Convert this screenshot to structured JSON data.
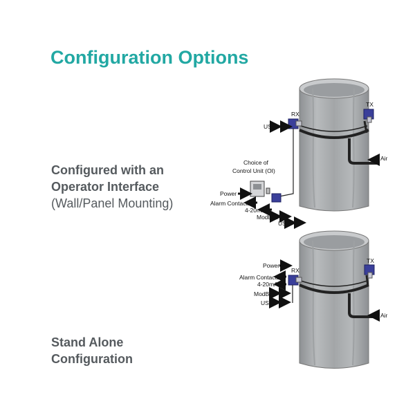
{
  "page": {
    "title": "Configuration Options"
  },
  "option1": {
    "line1": "Configured with an",
    "line2": "Operator Interface",
    "line3": "(Wall/Panel Mounting)"
  },
  "option2": {
    "line1": "Stand Alone",
    "line2": "Configuration"
  },
  "diagram1": {
    "rx": "RX",
    "tx": "TX",
    "usb_top": "USB",
    "air": "Air",
    "choice_line1": "Choice of",
    "choice_line2": "Control Unit (OI)",
    "power": "Power",
    "alarm": "Alarm Contacts",
    "ma": "4-20mA",
    "modbus": "ModBus",
    "usb_bottom": "USB"
  },
  "diagram2": {
    "rx": "RX",
    "tx": "TX",
    "power": "Power",
    "alarm": "Alarm Contacts",
    "ma": "4-20mA",
    "modbus": "ModBus",
    "usb": "USB",
    "air": "Air"
  },
  "colors": {
    "title": "#22a8a3",
    "body_text": "#555a5e",
    "duct": "#a9acae",
    "sensor": "#3a3f9a"
  }
}
